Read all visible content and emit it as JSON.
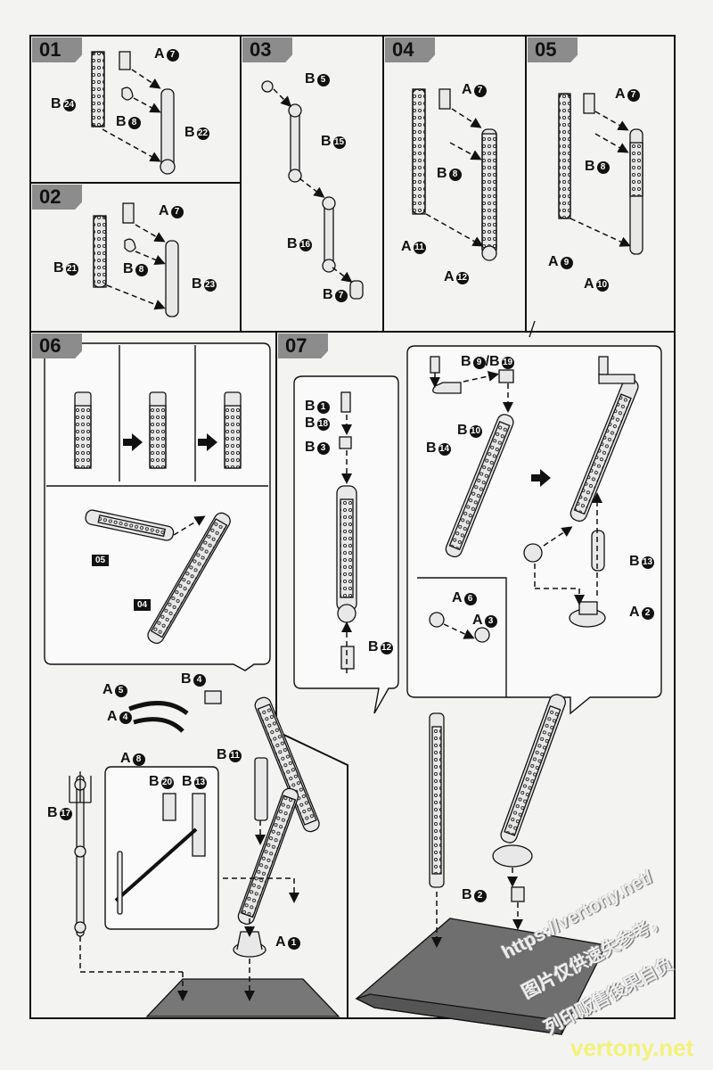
{
  "steps": [
    {
      "number": "01",
      "parts": [
        {
          "letter": "A",
          "num": "7"
        },
        {
          "letter": "B",
          "num": "24"
        },
        {
          "letter": "B",
          "num": "8"
        },
        {
          "letter": "B",
          "num": "22"
        }
      ]
    },
    {
      "number": "02",
      "parts": [
        {
          "letter": "A",
          "num": "7"
        },
        {
          "letter": "B",
          "num": "21"
        },
        {
          "letter": "B",
          "num": "8"
        },
        {
          "letter": "B",
          "num": "23"
        }
      ]
    },
    {
      "number": "03",
      "parts": [
        {
          "letter": "B",
          "num": "5"
        },
        {
          "letter": "B",
          "num": "15"
        },
        {
          "letter": "B",
          "num": "16"
        },
        {
          "letter": "B",
          "num": "7"
        }
      ]
    },
    {
      "number": "04",
      "parts": [
        {
          "letter": "A",
          "num": "7"
        },
        {
          "letter": "B",
          "num": "8"
        },
        {
          "letter": "A",
          "num": "11"
        },
        {
          "letter": "A",
          "num": "12"
        }
      ]
    },
    {
      "number": "05",
      "parts": [
        {
          "letter": "A",
          "num": "7"
        },
        {
          "letter": "B",
          "num": "8"
        },
        {
          "letter": "A",
          "num": "9"
        },
        {
          "letter": "A",
          "num": "10"
        }
      ]
    },
    {
      "number": "06",
      "refs": [
        "05",
        "04"
      ],
      "parts": [
        {
          "letter": "A",
          "num": "5"
        },
        {
          "letter": "B",
          "num": "4"
        },
        {
          "letter": "A",
          "num": "4"
        },
        {
          "letter": "A",
          "num": "8"
        },
        {
          "letter": "B",
          "num": "11"
        },
        {
          "letter": "B",
          "num": "17"
        },
        {
          "letter": "B",
          "num": "20"
        },
        {
          "letter": "B",
          "num": "13"
        },
        {
          "letter": "A",
          "num": "1"
        }
      ]
    },
    {
      "number": "07",
      "parts": [
        {
          "letter": "B",
          "num": "9",
          "extra": "/B",
          "num2": "19"
        },
        {
          "letter": "B",
          "num": "1"
        },
        {
          "letter": "B",
          "num": "18"
        },
        {
          "letter": "B",
          "num": "3"
        },
        {
          "letter": "B",
          "num": "10"
        },
        {
          "letter": "B",
          "num": "14"
        },
        {
          "letter": "B",
          "num": "13"
        },
        {
          "letter": "A",
          "num": "2"
        },
        {
          "letter": "A",
          "num": "6"
        },
        {
          "letter": "A",
          "num": "3"
        },
        {
          "letter": "B",
          "num": "12"
        },
        {
          "letter": "B",
          "num": "2"
        }
      ]
    }
  ],
  "watermark": {
    "url": "https://vertony.net/",
    "line1": "图片仅供速失参考，",
    "line2": "列印贩售後果自负",
    "site": "vertony.net"
  }
}
